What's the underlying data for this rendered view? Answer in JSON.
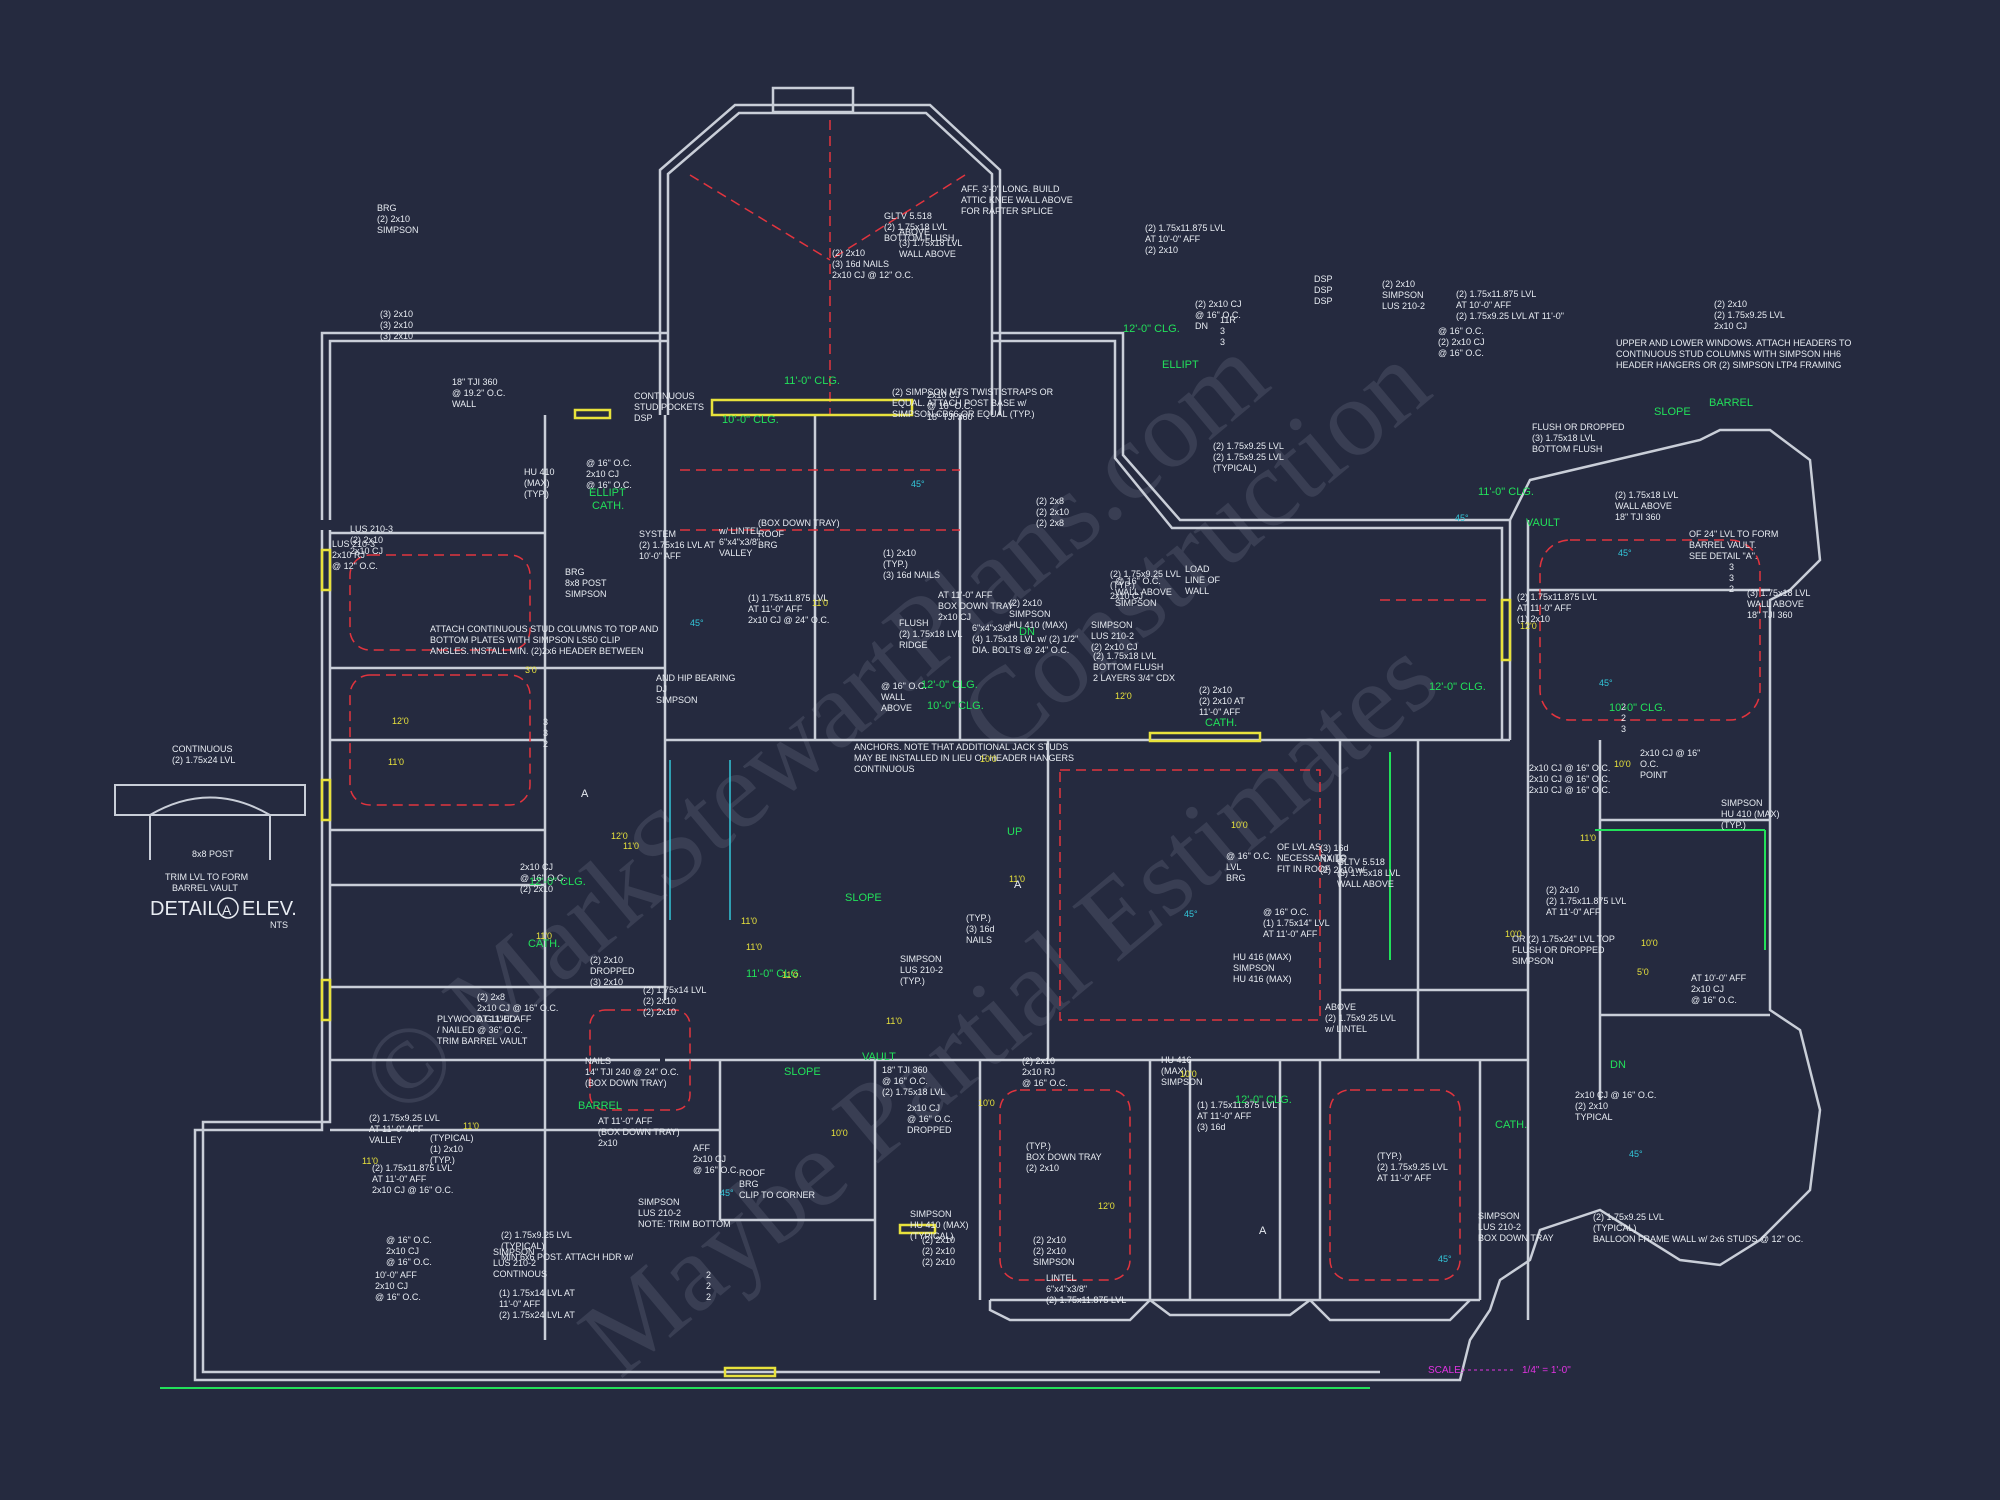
{
  "colors": {
    "background": "#252a3f",
    "wall": "#c9ced8",
    "dim": "#e8ecf2",
    "red": "#e2343e",
    "green": "#22e05a",
    "yellow": "#e8e23c",
    "cyan": "#33c6d9",
    "magenta": "#e233e2",
    "watermark": "#4a5064"
  },
  "watermark": {
    "line1": "© MarkStewartPlans.com",
    "line2": "Construction",
    "line3": "Maybe Partial Estimates"
  },
  "scale_note": {
    "label": "SCALE:",
    "value": "1/4\" = 1'-0\""
  },
  "detail": {
    "title": "DETAIL",
    "tag": "A",
    "suffix": "ELEV.",
    "nts": "NTS",
    "notes": [
      "CONTINUOUS",
      "(2) 1.75x24 LVL",
      "8x8 POST",
      "TRIM LVL TO FORM",
      "BARREL VAULT"
    ]
  },
  "labels_white": [
    "(2) 1.75x9.25 LVL",
    "(TYPICAL)",
    "BALLOON FRAME WALL w/ 2x6 STUDS @ 12\" OC.",
    "ATTACH CONTINUOUS STUD COLUMNS TO TOP AND",
    "BOTTOM PLATES WITH SIMPSON LS50 CLIP",
    "ANGLES. INSTALL MIN. (2)2x6 HEADER BETWEEN",
    "UPPER AND LOWER WINDOWS. ATTACH HEADERS TO",
    "CONTINUOUS STUD COLUMNS WITH SIMPSON HH6",
    "HEADER HANGERS OR (2) SIMPSON LTP4 FRAMING",
    "ANCHORS. NOTE THAT ADDITIONAL JACK STUDS",
    "MAY BE INSTALLED IN LIEU OF HEADER HANGERS",
    "CONTINUOUS",
    "(2) 1.75x9.25 LVL",
    "(2) 1.75x9.25 LVL",
    "(TYPICAL)",
    "(2) 1.75x9.25 LVL",
    "(TYPICAL)",
    "MIN 6x6 POST. ATTACH HDR w/",
    "(2) SIMPSON MTS TWIST STRAPS OR",
    "EQUAL. ATTACH POST BASE w/",
    "SIMPSON CB66 OR EQUAL (TYP.)",
    "(2) 2x8",
    "(2) 2x10",
    "(2) 2x8",
    "(2) 2x8",
    "2x10 CJ @ 16\" O.C.",
    "AT 11'-0\" AFF",
    "(BOX DOWN TRAY)",
    "ROOF",
    "BRG",
    "(2) 1.75x11.875 LVL",
    "AT 11'-0\" AFF",
    "2x10 CJ @ 16\" O.C.",
    "AT 11'-0\" AFF",
    "(BOX DOWN TRAY)",
    "2x10",
    "2x10 CJ",
    "@ 16\" O.C.",
    "18\" TJI 360",
    "@ 16\" O.C.",
    "WALL ABOVE",
    "SIMPSON",
    "GLTV 5.518",
    "(3) 1.75x18 LVL",
    "WALL ABOVE",
    "18\" TJI 360",
    "@ 19.2\" O.C.",
    "WALL",
    "ABOVE",
    "(3) 1.75x18 LVL",
    "WALL ABOVE",
    "(3) 1.75x18 LVL",
    "WALL ABOVE",
    "18\" TJI 360",
    "@ 16\" O.C.",
    "LVL",
    "BRG",
    "(2) 1.75x18 LVL",
    "WALL ABOVE",
    "18\" TJI 360",
    "@ 16\" O.C.",
    "WALL",
    "ABOVE",
    "18\" TJI 360",
    "@ 16\" O.C.",
    "(2) 1.75x18 LVL",
    "FLUSH",
    "(2) 1.75x18 LVL",
    "RIDGE",
    "CONTINUOUS",
    "STUD POCKETS",
    "DSP",
    "DSP",
    "DSP",
    "DSP",
    "(2) 1.75x14 LVL",
    "(2) 2x10",
    "(2) 2x10",
    "SIMPSON",
    "LUS 210-2",
    "BOX DOWN TRAY",
    "2x10 CJ @ 16\" O.C.",
    "(2) 2x10",
    "TYPICAL",
    "(3) 16d",
    "NAILS",
    "(2) 2x10 w/",
    "LINTEL",
    "6\"x4\"x3/8\"",
    "(2) 1.75x11.875 LVL",
    "w/ LINTEL",
    "6\"x4\"x3/8\"",
    "VALLEY",
    "BRG",
    "8x8 POST",
    "SIMPSON",
    "HU 416 (MAX)",
    "SIMPSON",
    "HU 416 (MAX)",
    "SIMPSON",
    "LUS 210-2",
    "NOTE: TRIM BOTTOM",
    "OF 24\" LVL TO FORM",
    "BARREL VAULT.",
    "SEE DETAIL \"A\".",
    "SIMPSON",
    "LUS 210-2",
    "(2) 2x10 CJ",
    "@ 16\" O.C.",
    "2x10 CJ",
    "@ 16\" O.C.",
    "2x10 CJ",
    "@ 16\" O.C.",
    "DROPPED",
    "(2) 1.75x18 LVL",
    "BOTTOM FLUSH",
    "2 LAYERS 3/4\" CDX",
    "PLYWOOD GLUED",
    "/ NAILED @ 36\" O.C.",
    "TRIM BARREL VAULT",
    "FLUSH OR DROPPED",
    "(3) 1.75x18 LVL",
    "BOTTOM FLUSH",
    "(2) 2x10",
    "(2) 1.75x9.25 LVL",
    "2x10 CJ",
    "@ 16\" O.C.",
    "(1) 1.75x14\" LVL",
    "AT 11'-0\" AFF",
    "(1) 1.75x11.875 LVL",
    "AT 11'-0\" AFF",
    "(3) 16d",
    "NAILS",
    "14\" TJI 240 @ 24\" O.C.",
    "(BOX DOWN TRAY)",
    "(1) 1.75x14 LVL AT",
    "11'-0\" AFF",
    "(2) 1.75x24 LVL AT",
    "10'-0\" AFF",
    "2x10 CJ",
    "@ 16\" O.C.",
    "(2) 2x10",
    "2x10 RJ",
    "@ 16\" O.C.",
    "(2) 1.75x11.875 LVL",
    "AT 10'-0\" AFF",
    "(2) 1.75x9.25 LVL AT 11'-0\"",
    "AFF. 3'-0\" LONG. BUILD",
    "ATTIC KNEE WALL ABOVE",
    "FOR RAFTER SPLICE",
    "AND HIP BEARING",
    "DJ",
    "SIMPSON",
    "LUS 210-3",
    "(2) 2x10",
    "2x10 CJ",
    "@ 16\" O.C.",
    "2x10 CJ",
    "@ 16\" O.C.",
    "(2) 2x10",
    "SIMPSON",
    "LUS 210-2",
    "SIMPSON",
    "LUS 210-2",
    "CONTINOUS",
    "(2) 1.75x11.875 LVL",
    "AT 10'-0\" AFF",
    "(2) 2x10",
    "(2) 2x10",
    "(3) 16d NAILS",
    "2x10 CJ @ 12\" O.C.",
    "AT 11'-0\" AFF",
    "BOX DOWN TRAY",
    "2x10 CJ",
    "AT 10'-0\" AFF",
    "2x10 CJ",
    "@ 16\" O.C.",
    "SIMPSON",
    "LUS 210-2",
    "(TYP.)",
    "ROOF",
    "BRG",
    "CLIP TO CORNER",
    "OF LVL AS",
    "NECESSARY TO",
    "FIT IN ROOF",
    "SYSTEM",
    "(2) 1.75x16 LVL AT",
    "10'-0\" AFF",
    "(2) 1.75x9.25 LVL",
    "AT 11'-0\" AFF",
    "VALLEY",
    "BRG",
    "(2) 2x10",
    "SIMPSON",
    "HU 410",
    "(MAX)",
    "(TYP.)",
    "SIMPSON",
    "HU 410 (MAX)",
    "(TYP.)",
    "(1) 2x10",
    "(TYP.)",
    "(3) 16d NAILS",
    "(TYP.)",
    "BOX DOWN TRAY",
    "(2) 2x10",
    "(2) 2x10",
    "SIMPSON",
    "HU 410 (MAX)",
    "(TYPICAL)",
    "(1) 2x10",
    "(TYP.)",
    "(2) 2x10",
    "(2) 2x10 AT",
    "11'-0\" AFF",
    "(2) 2x10",
    "(2) 1.75x11.875 LVL",
    "AT 11'-0\" AFF",
    "SIMPSON",
    "HU 410 (MAX)",
    "(TYPICAL)",
    "(2) 1.75x11.875 LVL",
    "AT 11'-0\" AFF",
    "(1) 2x10",
    "(TYP.)",
    "(3) 16d",
    "NAILS",
    "(TYP.)",
    "(2) 1.75x9.25 LVL",
    "AT 11'-0\" AFF",
    "(2) 2x10",
    "(2) 2x10",
    "SIMPSON",
    "HU 416",
    "(MAX)",
    "SIMPSON",
    "GLTV 5.518",
    "(2) 1.75x18 LVL",
    "BOTTOM FLUSH",
    "2x10 CJ @ 16\"",
    "O.C.",
    "POINT",
    "LOAD",
    "LINE OF",
    "WALL",
    "ABOVE",
    "(2) 1.75x9.25 LVL",
    "w/ LINTEL",
    "6\"x4\"x3/8\"",
    "(4) 1.75x18 LVL w/ (2) 1/2\"",
    "DIA. BOLTS @ 24\" O.C.",
    "OR (2) 1.75x24\" LVL TOP",
    "FLUSH OR DROPPED",
    "SIMPSON",
    "LUS 210-3",
    "2x10 RJ",
    "@ 12\" O.C.",
    "(2) 2x10",
    "(2) 2x10",
    "(2) 2x10",
    "(2) 2x10 CJ",
    "@ 16\" O.C.",
    "DN",
    "11R",
    "3",
    "3",
    "3",
    "3",
    "2",
    "2",
    "2",
    "2",
    "2",
    "2",
    "3",
    "3",
    "3",
    "2",
    "2x10 CJ",
    "@ 16\" O.C.",
    "(2) 2x10",
    "(2) 2x10",
    "DROPPED",
    "(3) 2x10",
    "AFF",
    "2x10 CJ",
    "@ 16\" O.C.",
    "(2) 1.75x9.25 LVL",
    "(TYP.)",
    "2x10 CJ",
    "@ 16\" O.C.",
    "(2) 2x10 CJ",
    "@ 16\" O.C.",
    "(1) 1.75x11.875 LVL",
    "AT 11'-0\" AFF",
    "2x10 CJ @ 24\" O.C.",
    "2x10 CJ @ 16\" O.C.",
    "2x10 CJ @ 16\" O.C.",
    "2x10 CJ @ 16\" O.C.",
    "(3) 2x10",
    "(3) 2x10",
    "(3) 2x10"
  ],
  "labels_green": [
    "10'-0\" CLG.",
    "10'-0\" CLG.",
    "10'-0\" CLG.",
    "CATH.",
    "CATH.",
    "CATH.",
    "CATH.",
    "SLOPE",
    "SLOPE",
    "SLOPE",
    "11'-0\" CLG.",
    "11'-0\" CLG.",
    "ELLIPT",
    "BARREL",
    "VAULT",
    "ELLIPT",
    "BARREL",
    "VAULT",
    "12'-0\" CLG.",
    "12'-0\" CLG.",
    "12'-0\" CLG.",
    "12'-0\" CLG.",
    "12'-0\" CLG.",
    "DN",
    "UP",
    "DN",
    "11'-0\" CLG."
  ],
  "labels_yellow": [
    "11'0",
    "11'0",
    "10'0",
    "10'0",
    "11'0",
    "11'0",
    "12'0",
    "11'0",
    "10'0",
    "11'0",
    "10'0",
    "3'0",
    "5'0",
    "10'0",
    "11'0",
    "10'0",
    "12'0",
    "11'0",
    "11'0",
    "12'0",
    "11'0",
    "10'0",
    "11'0",
    "12'0",
    "11'0",
    "12'0",
    "10'0"
  ],
  "labels_cyan": [
    "45°",
    "45°",
    "45°",
    "45°",
    "45°",
    "45°",
    "45°",
    "45°",
    "45°"
  ],
  "markers": [
    "A",
    "A",
    "A"
  ]
}
